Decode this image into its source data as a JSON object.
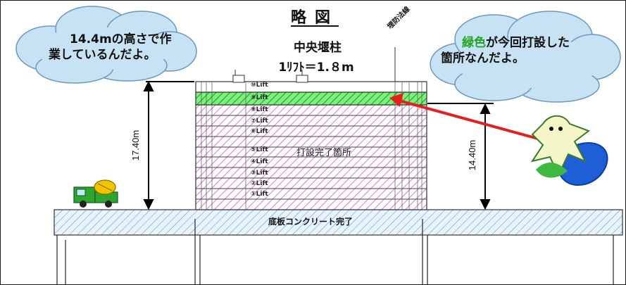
{
  "title": "略図",
  "subtitle": "中央堰柱",
  "lift_rule": "1ﾘﾌﾄ＝1.８m",
  "embed_label": "埋防法線",
  "left_bubble": {
    "line1": "14.4mの高さで作",
    "line2": "業しているんだよ。"
  },
  "right_bubble": {
    "highlight": "緑色",
    "line1_rest": "が今回打設した",
    "line2": "箇所なんだよ。"
  },
  "dimensions": {
    "total_height": "17.40m",
    "current_height": "14.40m"
  },
  "lifts": [
    "⑩Lift",
    "⑨Lift",
    "⑧Lift",
    "⑦Lift",
    "⑥Lift",
    "⑤Lift",
    "④Lift",
    "③Lift",
    "②Lift",
    "①Lift"
  ],
  "poured_area_label": "打設完了箇所",
  "base_slab_label": "底板コンクリート完了",
  "colors": {
    "current_lift": "#33dd33",
    "completed_lifts": "#e07ee0",
    "bubble_fill": "#c7e2f2",
    "arrow": "#e81e1e",
    "base_fill": "#cfe6f5"
  }
}
